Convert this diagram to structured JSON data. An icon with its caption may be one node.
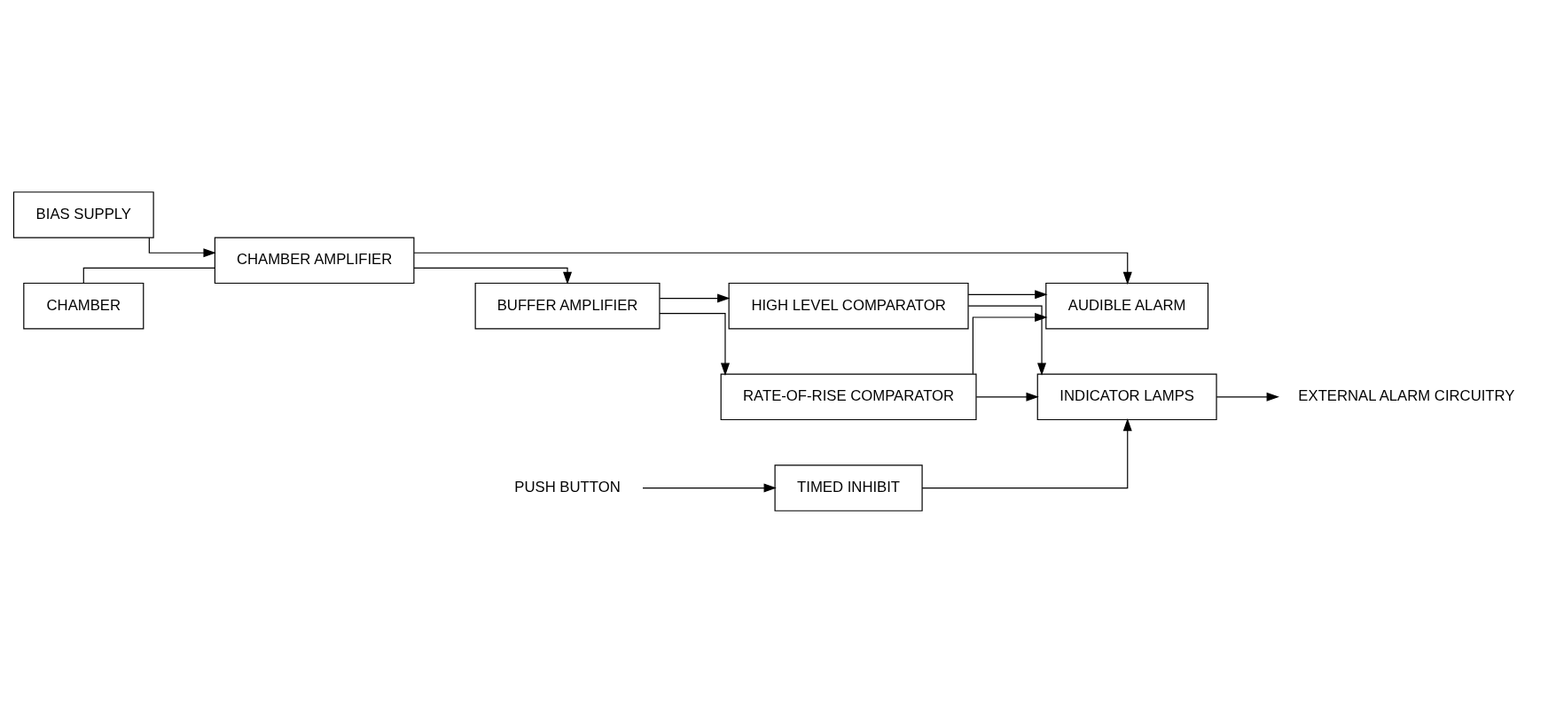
{
  "diagram": {
    "nodes": [
      {
        "text": [
          "BIAS SUPPLY"
        ]
      },
      {
        "text": [
          "HIGH LEVEL COMPARATOR"
        ]
      },
      {
        "text": [
          "INDICATOR LAMPS"
        ]
      },
      {
        "text": [
          "EXTERNAL ALARM CIRCUITRY"
        ]
      },
      {
        "text": [
          "CHAMBER"
        ]
      },
      {
        "text": [
          "CHAMBER AMPLIFIER"
        ]
      },
      {
        "text": [
          "BUFFER AMPLIFIER"
        ]
      },
      {
        "text": [
          "TIMED INHIBIT"
        ]
      },
      {
        "text": [
          "PUSH BUTTON"
        ]
      },
      {
        "text": [
          "RATE-OF-RISE COMPARATOR"
        ]
      },
      {
        "text": [
          "AUDIBLE ALARM"
        ]
      }
    ],
    "edges": [
      {
        "from": 4,
        "to": 5,
        "arrow": "none"
      },
      {
        "from": 0,
        "to": 5,
        "arrow": "to"
      },
      {
        "from": 5,
        "to": 6,
        "arrow": "to"
      },
      {
        "from": 6,
        "to": 1,
        "arrow": "to"
      },
      {
        "from": 6,
        "to": 9,
        "arrow": "to"
      },
      {
        "from": 1,
        "to": 2,
        "arrow": "to"
      },
      {
        "from": 9,
        "to": 2,
        "arrow": "to"
      },
      {
        "from": 1,
        "to": 10,
        "arrow": "to"
      },
      {
        "from": 9,
        "to": 10,
        "arrow": "to"
      },
      {
        "from": 5,
        "to": 10,
        "arrow": "to"
      },
      {
        "from": 2,
        "to": 3,
        "arrow": "to"
      },
      {
        "from": 7,
        "to": 2,
        "arrow": "to"
      },
      {
        "from": 8,
        "to": 7,
        "arrow": "to"
      }
    ]
  }
}
